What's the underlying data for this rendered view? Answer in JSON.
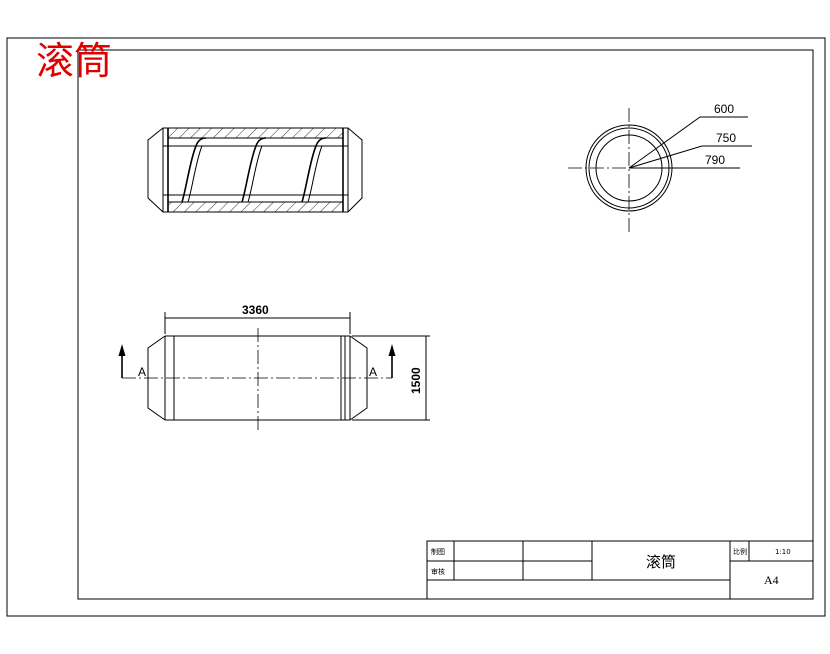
{
  "sheet": {
    "corner_title": "滚筒"
  },
  "circle_view": {
    "dims": [
      "600",
      "750",
      "790"
    ]
  },
  "elevation_view": {
    "length_dim": "3360",
    "height_dim": "1500",
    "section_left": "A",
    "section_right": "A"
  },
  "title_block": {
    "drawn_label": "制图",
    "checked_label": "审核",
    "part_name": "滚筒",
    "scale_label": "比例",
    "scale_value": "1:10",
    "sheet_size": "A4"
  }
}
